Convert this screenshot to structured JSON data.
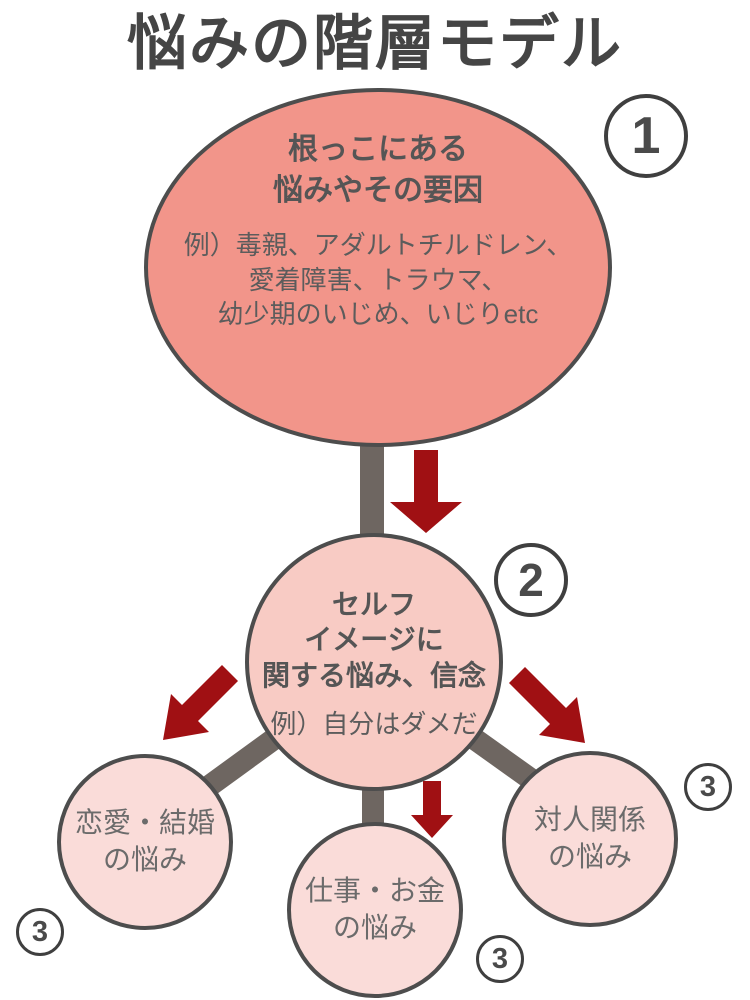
{
  "title": "悩みの階層モデル",
  "colors": {
    "level1_fill": "#F2958A",
    "level2_fill": "#F8CBC4",
    "level3_fill": "#FADCD9",
    "shape_stroke": "#4D4D4D",
    "connector": "#6E6661",
    "arrow": "#A01013",
    "text": "#555555"
  },
  "level1": {
    "badge": "1",
    "heading_line1": "根っこにある",
    "heading_line2": "悩みやその要因",
    "example_line1": "例）毒親、アダルトチルドレン、",
    "example_line2": "愛着障害、トラウマ、",
    "example_line3": "幼少期のいじめ、いじりetc"
  },
  "level2": {
    "badge": "2",
    "heading_line1": "セルフ",
    "heading_line2": "イメージに",
    "heading_line3": "関する悩み、信念",
    "example": "例）自分はダメだ"
  },
  "level3": {
    "items": [
      {
        "badge": "3",
        "line1": "恋愛・結婚",
        "line2": "の悩み"
      },
      {
        "badge": "3",
        "line1": "仕事・お金",
        "line2": "の悩み"
      },
      {
        "badge": "3",
        "line1": "対人関係",
        "line2": "の悩み"
      }
    ]
  }
}
